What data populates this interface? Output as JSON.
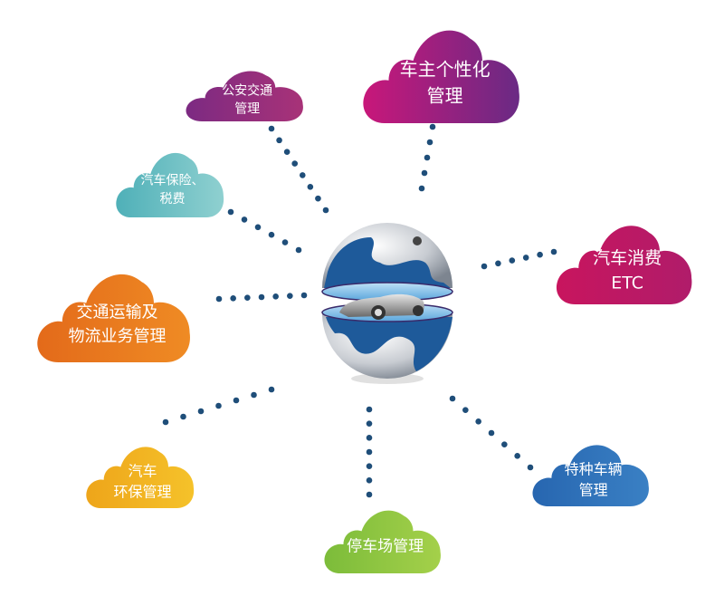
{
  "center": {
    "label": "car-globe",
    "icon": "globe-with-car-icon"
  },
  "dot_color": "#1f4e79",
  "clouds": [
    {
      "id": "public-security",
      "lines": [
        "公安交通",
        "管理"
      ],
      "color1": "#7c2a82",
      "color2": "#a83278"
    },
    {
      "id": "owner-personalized",
      "lines": [
        "车主个性化",
        "管理"
      ],
      "color1": "#c8177a",
      "color2": "#6a2a84"
    },
    {
      "id": "insurance-tax",
      "lines": [
        "汽车保险、",
        "税费"
      ],
      "color1": "#4fb0b8",
      "color2": "#8fd0d0"
    },
    {
      "id": "consumption-etc",
      "lines": [
        "汽车消费",
        "ETC"
      ],
      "color1": "#c8155e",
      "color2": "#b01c6a"
    },
    {
      "id": "transport-logistics",
      "lines": [
        "交通运输及",
        "物流业务管理"
      ],
      "color1": "#e36a1a",
      "color2": "#ef8b24"
    },
    {
      "id": "environmental",
      "lines": [
        "汽车",
        "环保管理"
      ],
      "color1": "#eea51a",
      "color2": "#f5c22a"
    },
    {
      "id": "parking",
      "lines": [
        "停车场管理"
      ],
      "color1": "#7cbc3a",
      "color2": "#a4d04a"
    },
    {
      "id": "special-vehicle",
      "lines": [
        "特种车辆",
        "管理"
      ],
      "color1": "#2766b0",
      "color2": "#3a80c4"
    }
  ]
}
